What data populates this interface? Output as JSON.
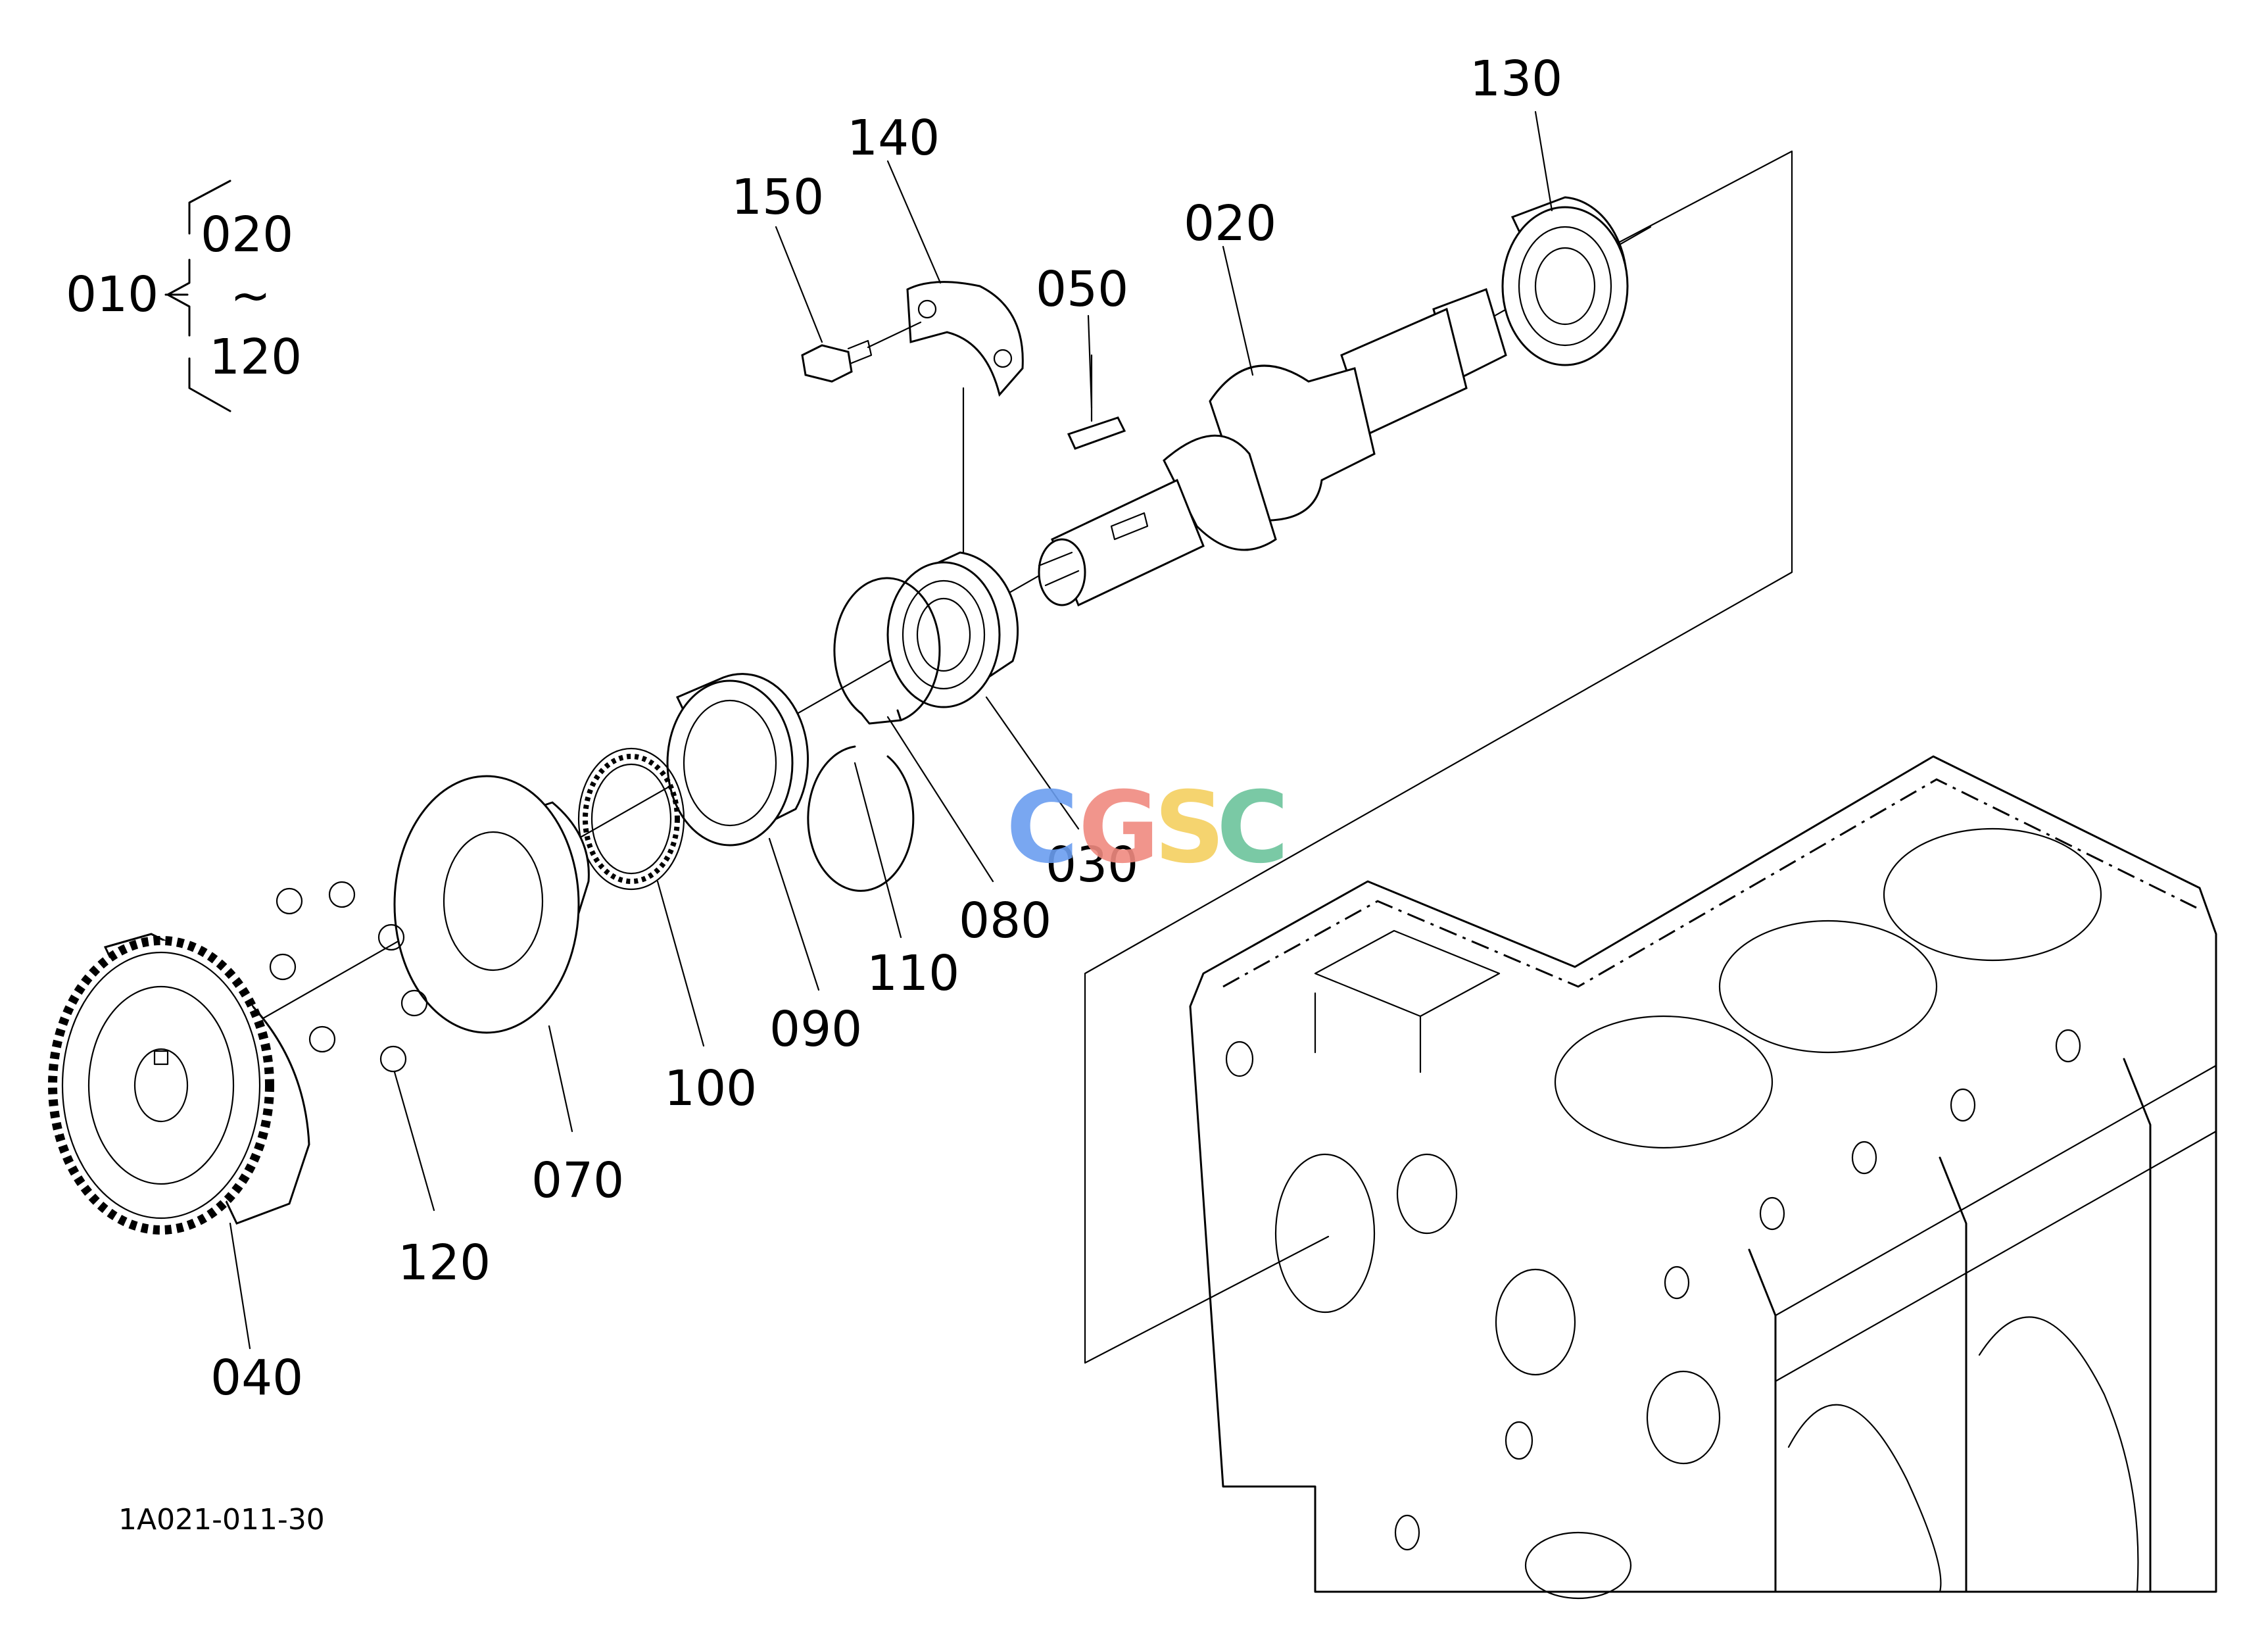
{
  "assembly": {
    "main": "010",
    "range_start": "020",
    "range_tilde": "~",
    "range_end": "120"
  },
  "callouts": {
    "c020": "020",
    "c030": "030",
    "c040": "040",
    "c050": "050",
    "c070": "070",
    "c080": "080",
    "c090": "090",
    "c100": "100",
    "c110": "110",
    "c120": "120",
    "c130": "130",
    "c140": "140",
    "c150": "150"
  },
  "diagram_code": "1A021-011-30",
  "watermark": {
    "letters": [
      "C",
      "G",
      "S",
      "C"
    ],
    "colors": [
      "#6b9ef0",
      "#f08a80",
      "#f5d060",
      "#6cc49c"
    ]
  }
}
